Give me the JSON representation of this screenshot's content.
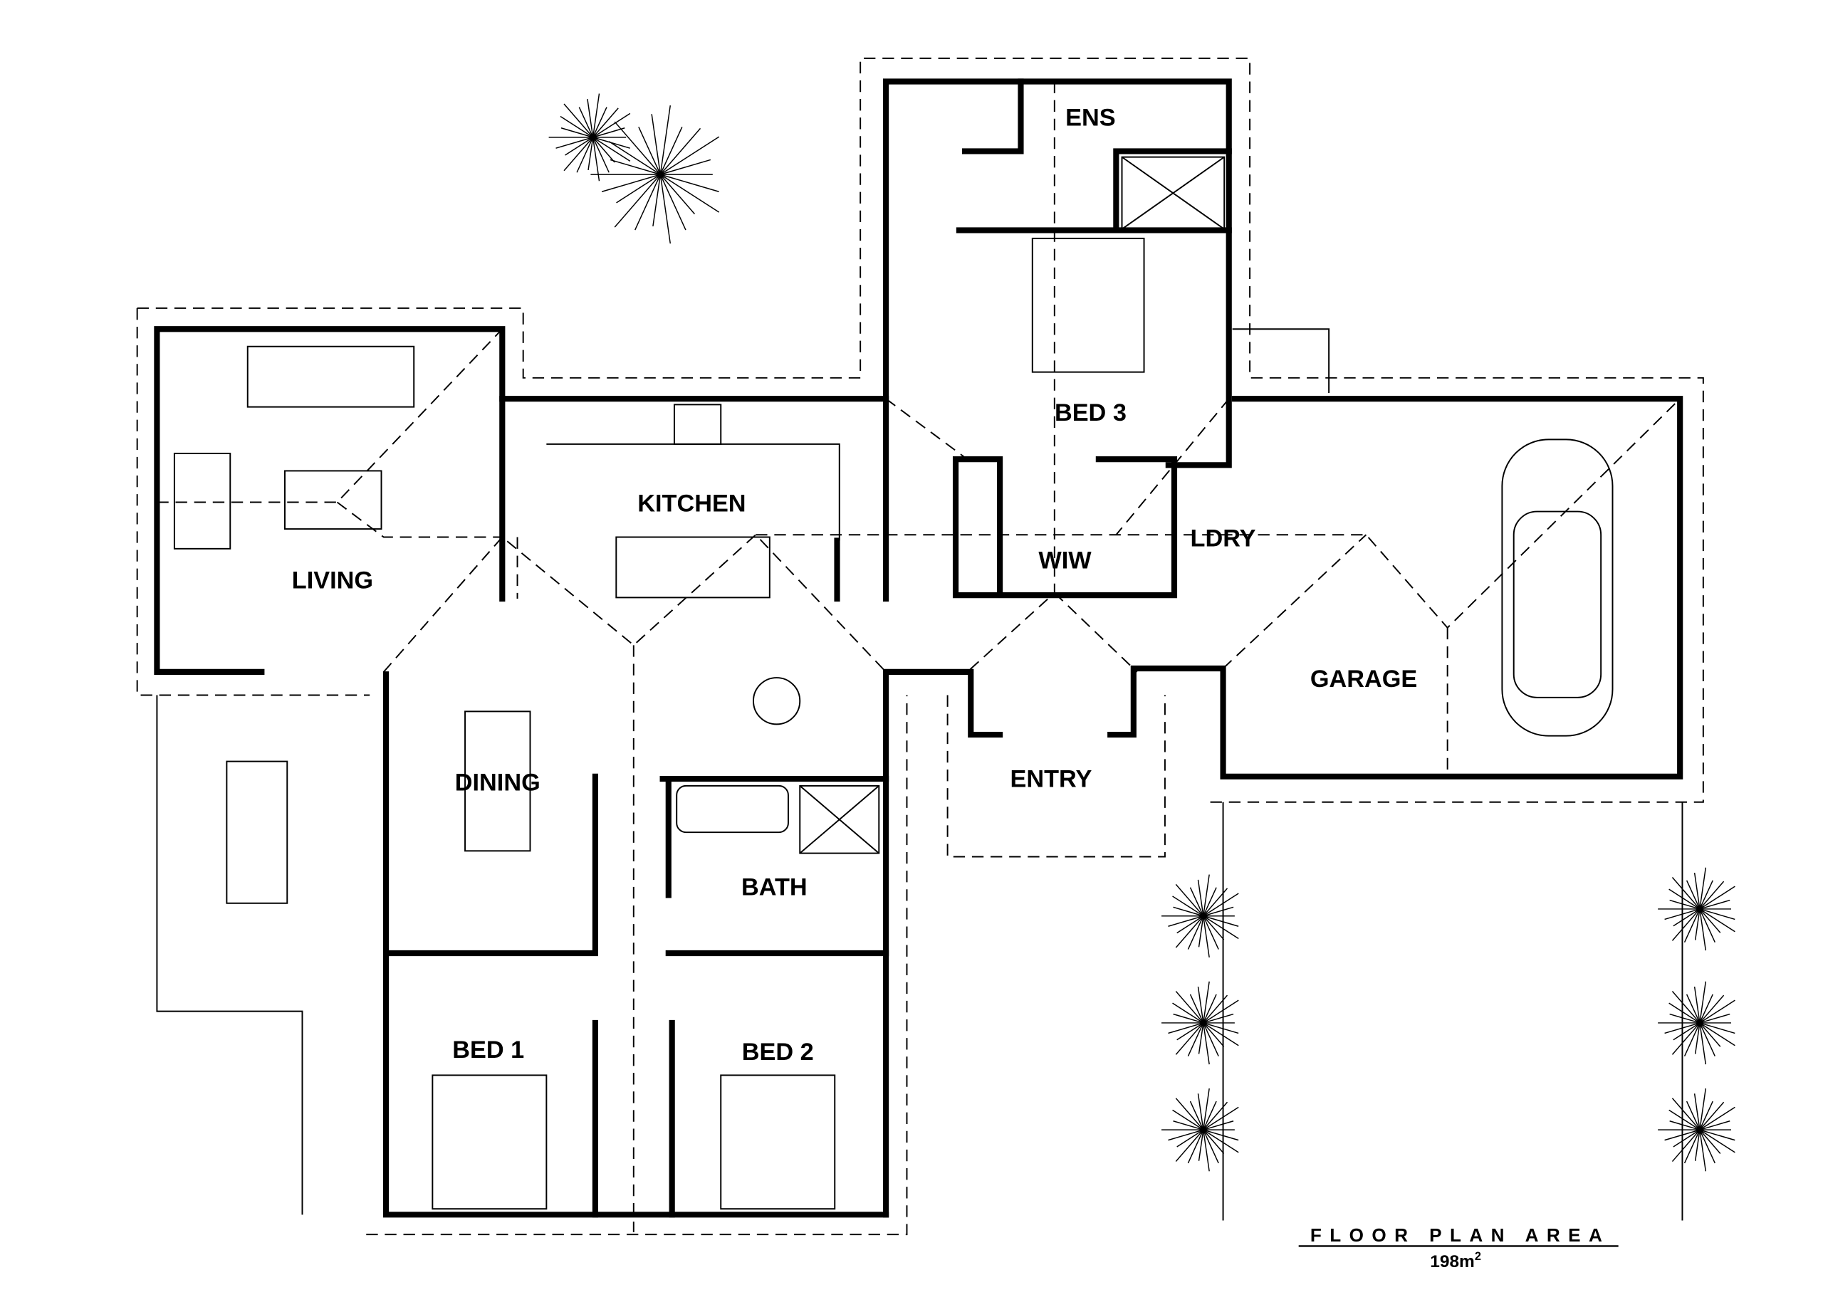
{
  "rooms": {
    "ens": "ENS",
    "bed3": "BED 3",
    "kitchen": "KITCHEN",
    "living": "LIVING",
    "wiw": "WIW",
    "ldry": "LDRY",
    "garage": "GARAGE",
    "dining": "DINING",
    "entry": "ENTRY",
    "bath": "BATH",
    "bed1": "BED 1",
    "bed2": "BED 2"
  },
  "footer": {
    "title": "FLOOR PLAN AREA",
    "area": "198m",
    "area_unit_sup": "2"
  }
}
